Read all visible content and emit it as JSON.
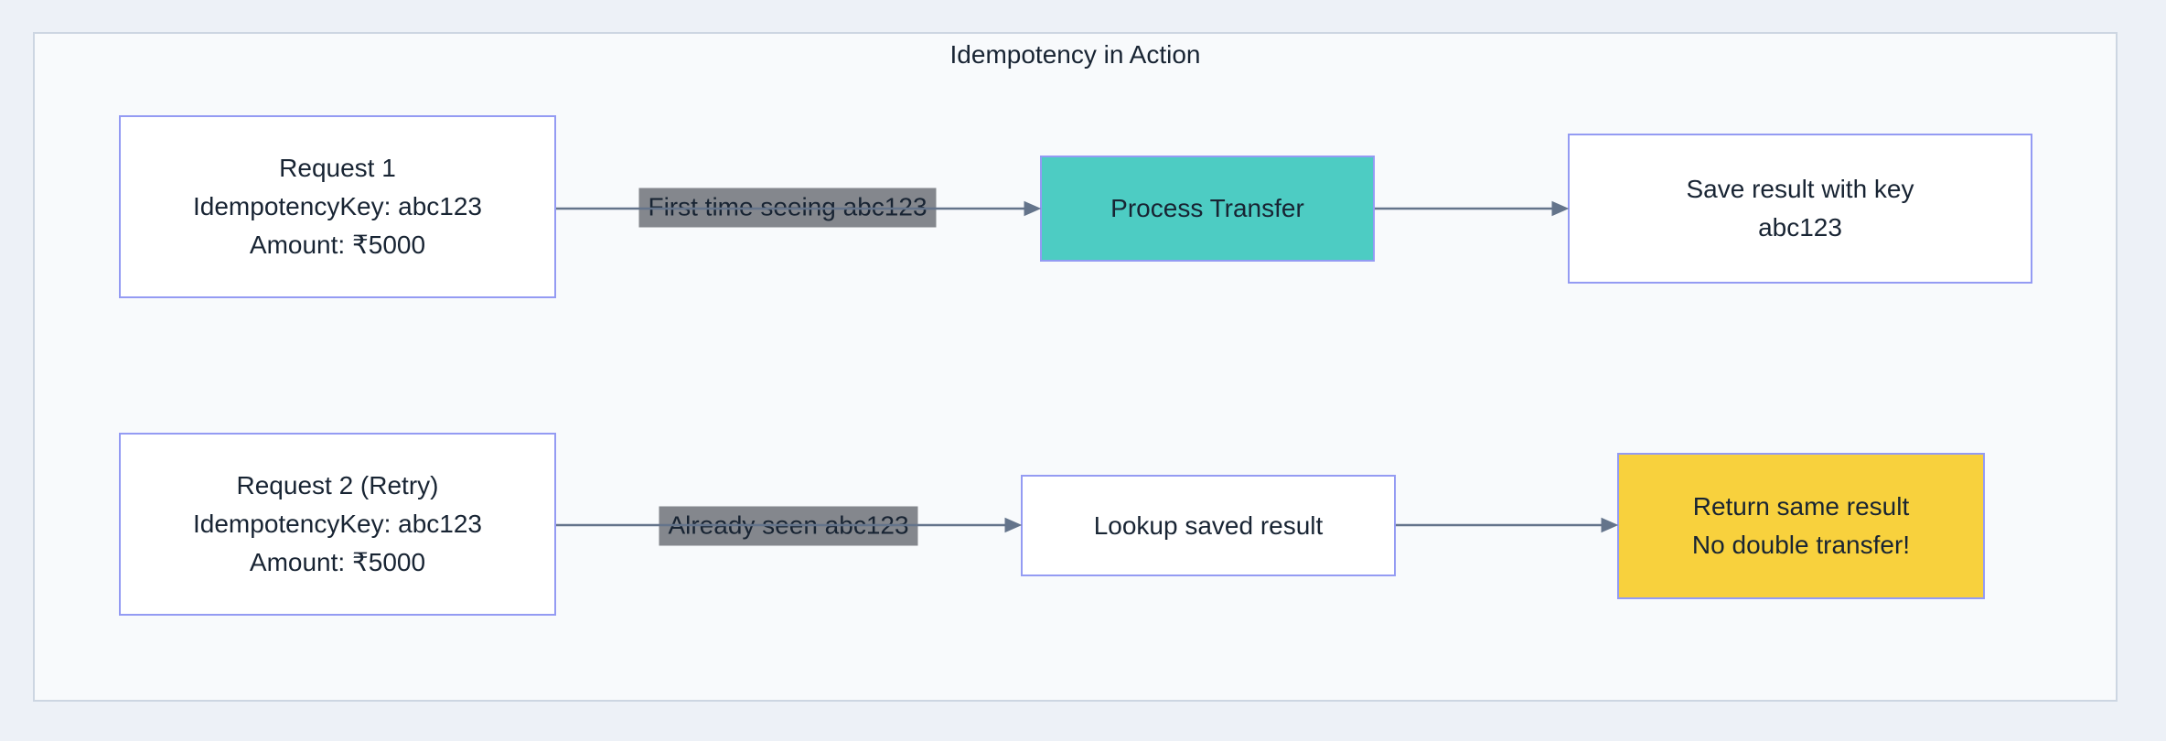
{
  "diagram": {
    "title": "Idempotency in Action",
    "flows": [
      {
        "request": {
          "line1": "Request 1",
          "line2": "IdempotencyKey: abc123",
          "line3": "Amount: ₹5000"
        },
        "edge_label": "First time seeing abc123",
        "action": "Process Transfer",
        "outcome": {
          "line1": "Save result with key",
          "line2": "abc123"
        }
      },
      {
        "request": {
          "line1": "Request 2 (Retry)",
          "line2": "IdempotencyKey: abc123",
          "line3": "Amount: ₹5000"
        },
        "edge_label": "Already seen abc123",
        "action": "Lookup saved result",
        "outcome": {
          "line1": "Return same result",
          "line2": "No double transfer!"
        }
      }
    ],
    "colors": {
      "process_node_fill": "#4dccc3",
      "highlight_node_fill": "#f8d13d",
      "node_border": "#949bf3",
      "edge_line": "#64748b",
      "edge_label_background": "#84878d",
      "text": "#182433",
      "panel_background": "#f8fafc",
      "page_background": "#edf1f7",
      "panel_border": "#cdd6e2"
    }
  }
}
